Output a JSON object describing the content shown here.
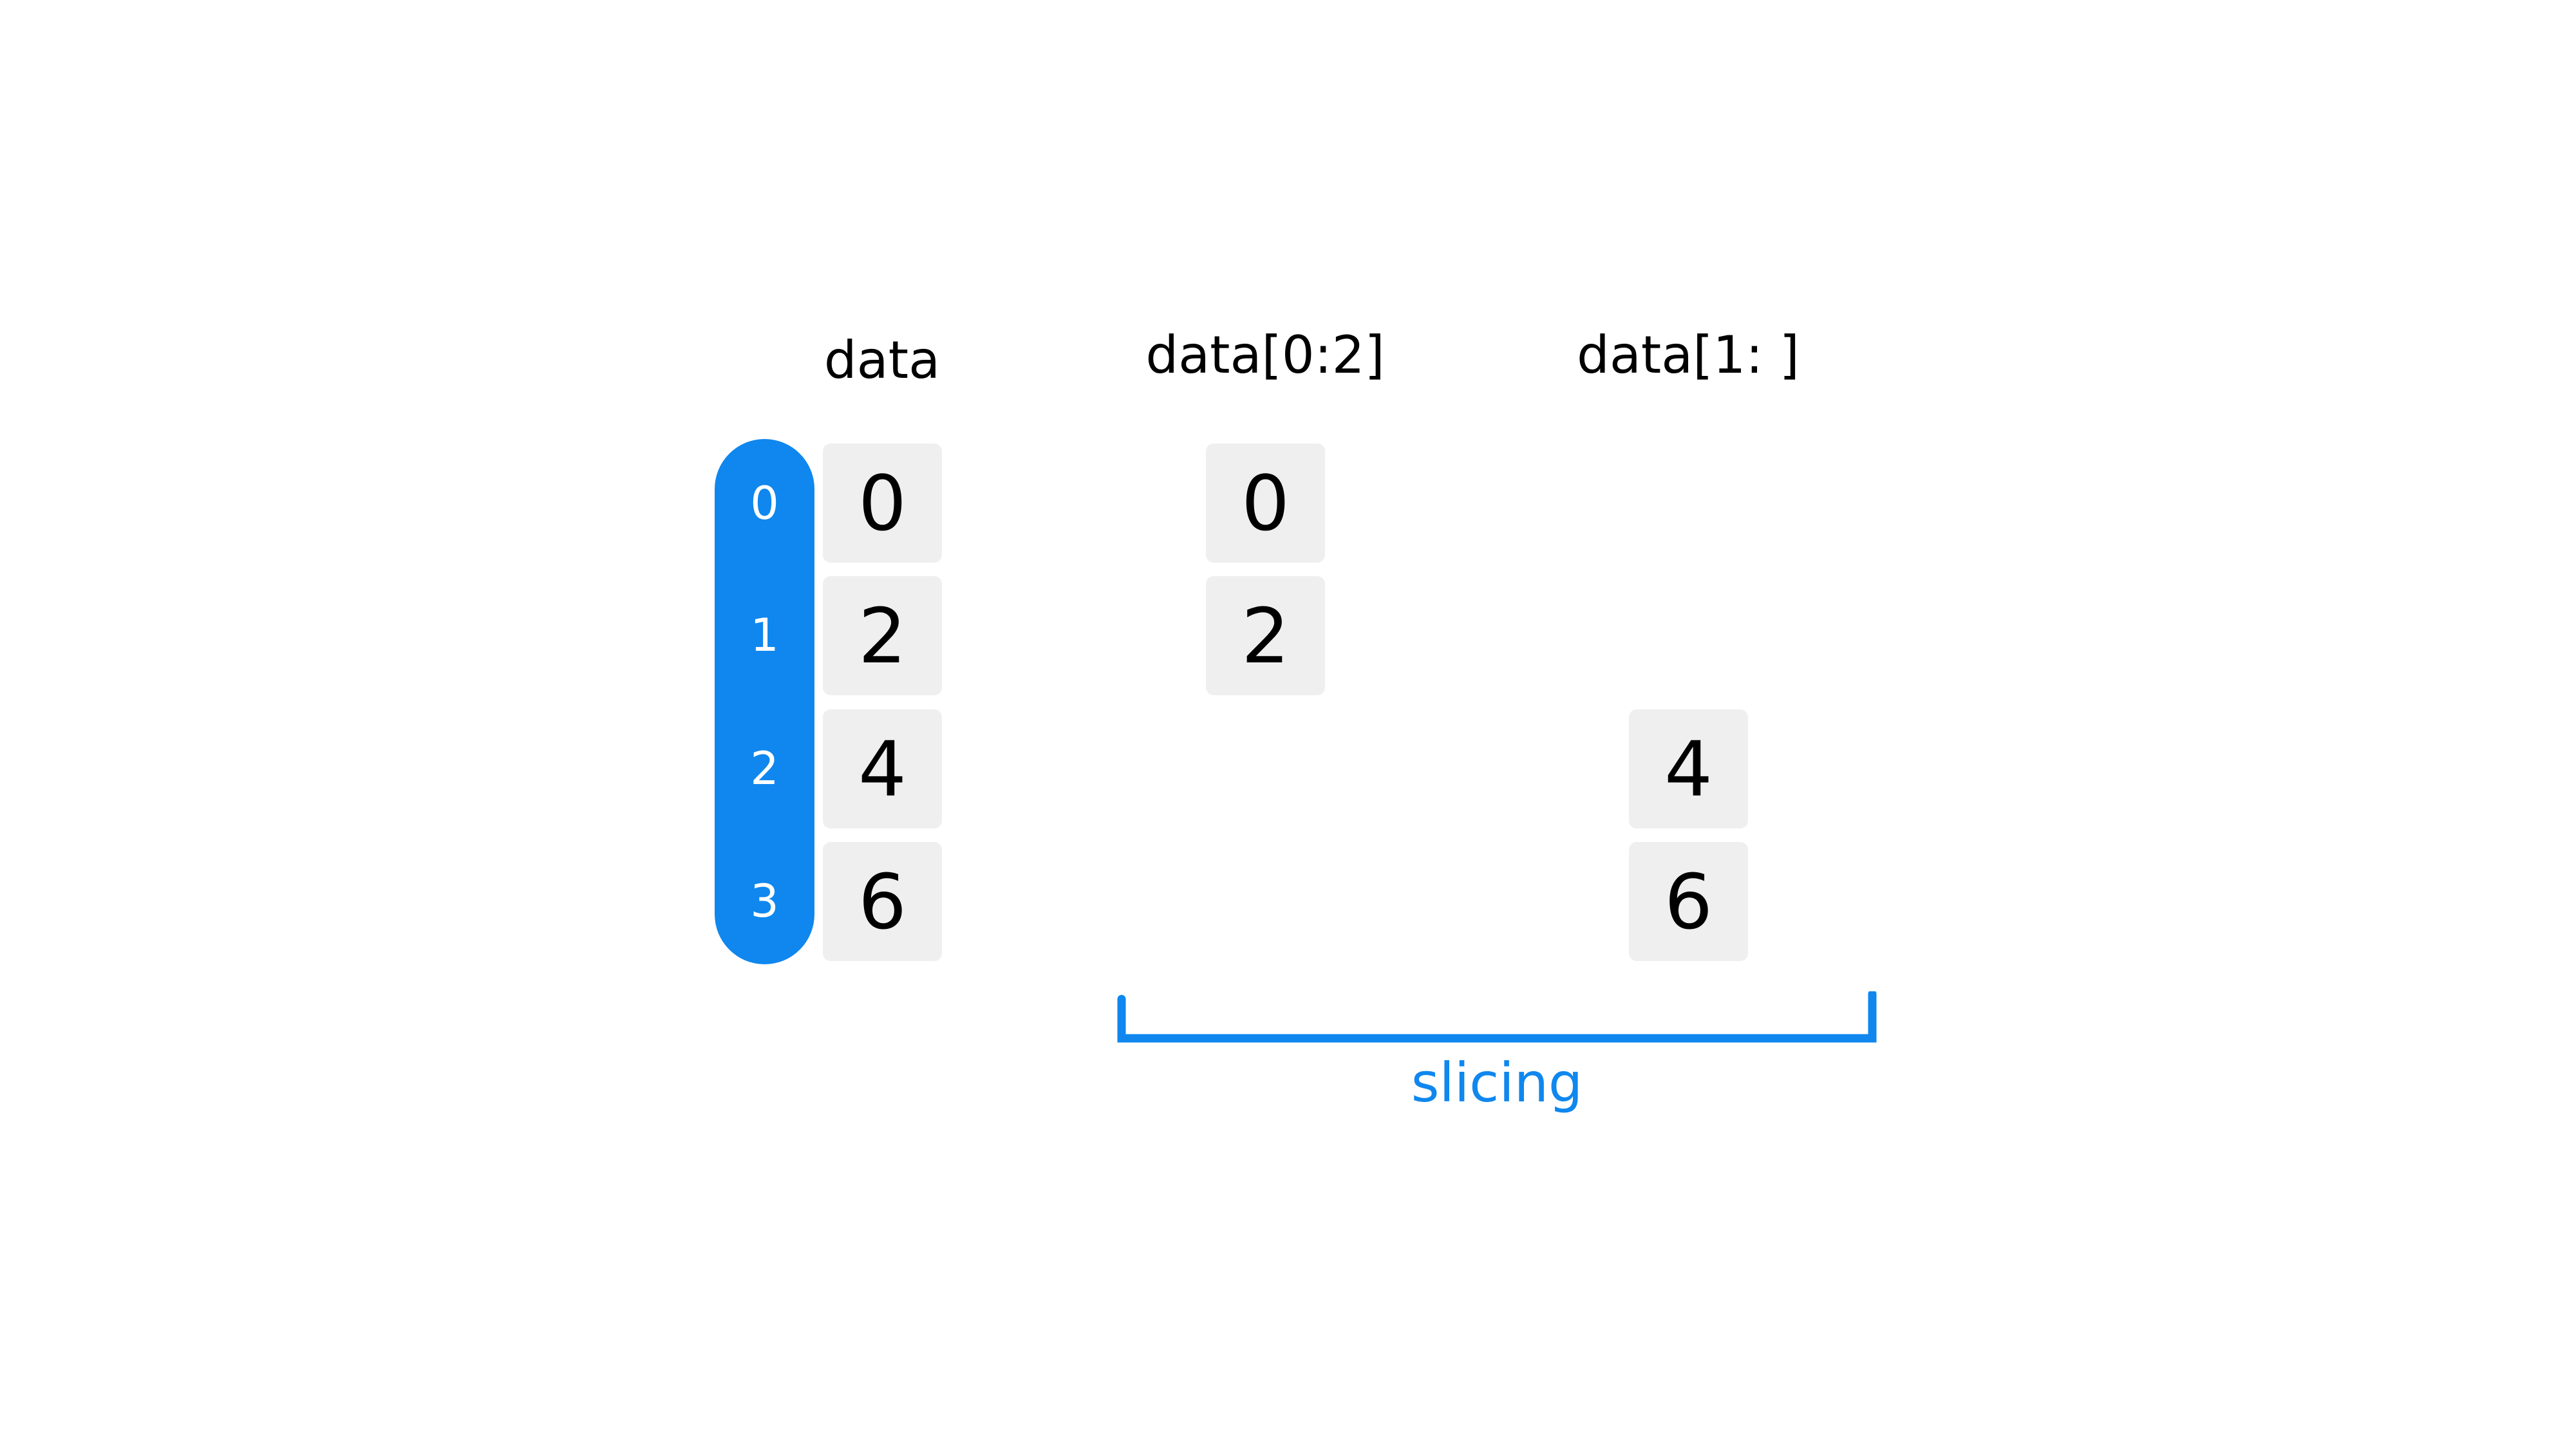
{
  "titles": {
    "data": "data",
    "slice_a": "data[0:2]",
    "slice_b": "data[1: ]"
  },
  "index": [
    "0",
    "1",
    "2",
    "3"
  ],
  "data_cells": [
    "0",
    "2",
    "4",
    "6"
  ],
  "slice_a_cells": [
    "0",
    "2"
  ],
  "slice_b_cells": [
    "4",
    "6"
  ],
  "slicing_label": "slicing",
  "colors": {
    "accent": "#0f87ee",
    "cell_bg": "#efefef",
    "text": "#000000"
  }
}
